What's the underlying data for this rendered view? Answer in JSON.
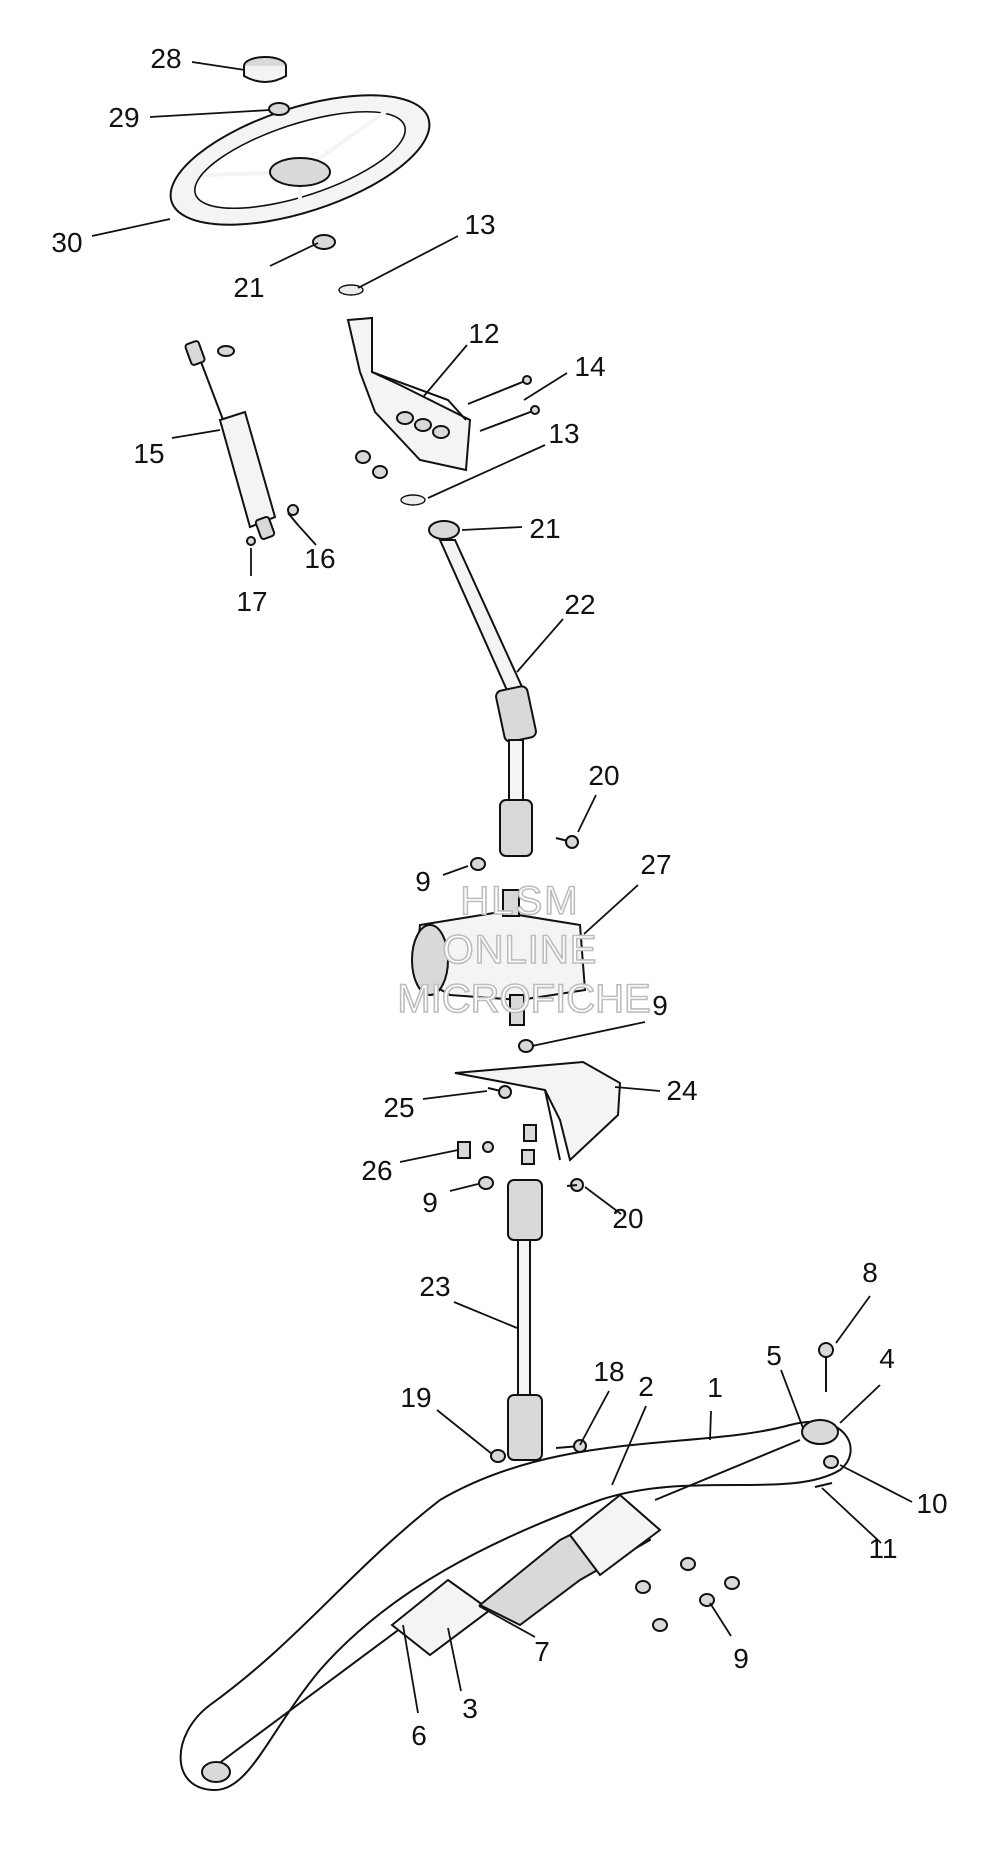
{
  "watermark": {
    "line1": "HLSM",
    "line2": "ONLINE",
    "line3": "MICROFICHE"
  },
  "callouts": [
    {
      "id": "c28",
      "text": "28"
    },
    {
      "id": "c29",
      "text": "29"
    },
    {
      "id": "c30",
      "text": "30"
    },
    {
      "id": "c21a",
      "text": "21"
    },
    {
      "id": "c13a",
      "text": "13"
    },
    {
      "id": "c12",
      "text": "12"
    },
    {
      "id": "c14",
      "text": "14"
    },
    {
      "id": "c13b",
      "text": "13"
    },
    {
      "id": "c21b",
      "text": "21"
    },
    {
      "id": "c15",
      "text": "15"
    },
    {
      "id": "c16",
      "text": "16"
    },
    {
      "id": "c17",
      "text": "17"
    },
    {
      "id": "c22",
      "text": "22"
    },
    {
      "id": "c20a",
      "text": "20"
    },
    {
      "id": "c9a",
      "text": "9"
    },
    {
      "id": "c27",
      "text": "27"
    },
    {
      "id": "c9b",
      "text": "9"
    },
    {
      "id": "c24",
      "text": "24"
    },
    {
      "id": "c25",
      "text": "25"
    },
    {
      "id": "c26",
      "text": "26"
    },
    {
      "id": "c9c",
      "text": "9"
    },
    {
      "id": "c20b",
      "text": "20"
    },
    {
      "id": "c23",
      "text": "23"
    },
    {
      "id": "c8",
      "text": "8"
    },
    {
      "id": "c5",
      "text": "5"
    },
    {
      "id": "c4",
      "text": "4"
    },
    {
      "id": "c18",
      "text": "18"
    },
    {
      "id": "c2",
      "text": "2"
    },
    {
      "id": "c1",
      "text": "1"
    },
    {
      "id": "c19",
      "text": "19"
    },
    {
      "id": "c10",
      "text": "10"
    },
    {
      "id": "c11",
      "text": "11"
    },
    {
      "id": "c7",
      "text": "7"
    },
    {
      "id": "c9d",
      "text": "9"
    },
    {
      "id": "c3",
      "text": "3"
    },
    {
      "id": "c6",
      "text": "6"
    }
  ]
}
